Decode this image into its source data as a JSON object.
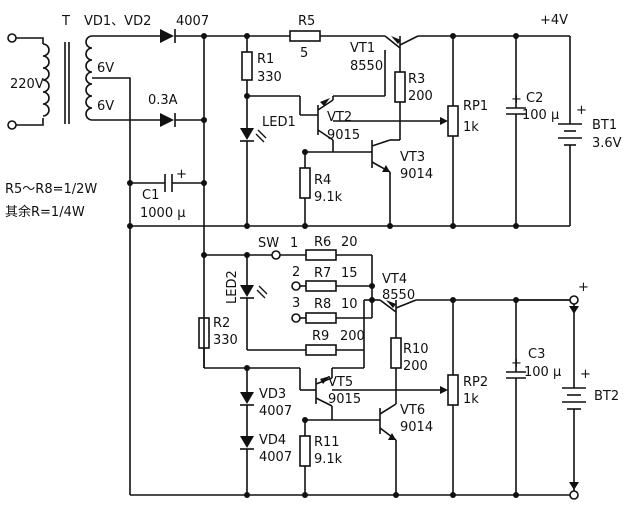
{
  "labels": {
    "mains": "220V",
    "transformer": "T",
    "rectifier_diodes": "VD1、VD2",
    "rectifier_type": "4007",
    "secondary_upper": "6V",
    "secondary_lower": "6V",
    "current_rating": "0.3A",
    "r5_name": "R5",
    "r5_value": "5",
    "vt1_name": "VT1",
    "vt1_type": "8550",
    "r1_name": "R1",
    "r1_value": "330",
    "r3_name": "R3",
    "r3_value": "200",
    "led1": "LED1",
    "vt2_name": "VT2",
    "vt2_type": "9015",
    "rp1_name": "RP1",
    "rp1_value": "1k",
    "c2_name": "C2",
    "c2_value": "100 μ",
    "out1_voltage": "+4V",
    "bt1_name": "BT1",
    "bt1_value": "3.6V",
    "vt3_name": "VT3",
    "vt3_type": "9014",
    "r4_name": "R4",
    "r4_value": "9.1k",
    "c1_name": "C1",
    "c1_value": "1000 μ",
    "note1": "R5～R8=1/2W",
    "note2": "其余R=1/4W",
    "sw": "SW",
    "pos1": "1",
    "pos2": "2",
    "pos3": "3",
    "r6_name": "R6",
    "r6_value": "20",
    "r7_name": "R7",
    "r7_value": "15",
    "r8_name": "R8",
    "r8_value": "10",
    "r9_name": "R9",
    "r9_value": "200",
    "led2": "LED2",
    "vt4_name": "VT4",
    "vt4_type": "8550",
    "r2_name": "R2",
    "r2_value": "330",
    "r10_name": "R10",
    "r10_value": "200",
    "vt5_name": "VT5",
    "vt5_type": "9015",
    "rp2_name": "RP2",
    "rp2_value": "1k",
    "c3_name": "C3",
    "c3_value": "100 μ",
    "bt2_name": "BT2",
    "vd3_name": "VD3",
    "vd3_type": "4007",
    "vd4_name": "VD4",
    "vd4_type": "4007",
    "vt6_name": "VT6",
    "vt6_type": "9014",
    "r11_name": "R11",
    "r11_value": "9.1k",
    "plus": "+"
  }
}
